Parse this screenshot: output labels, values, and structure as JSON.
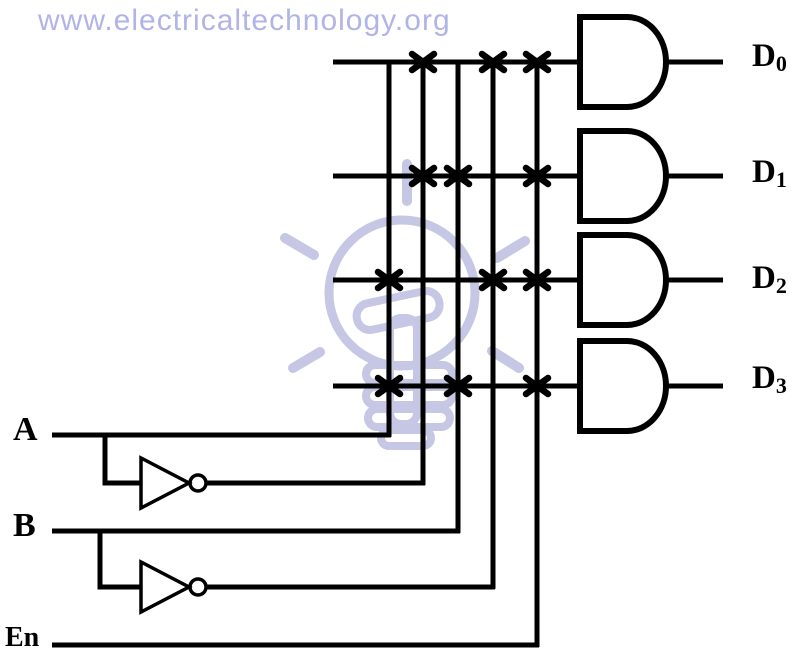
{
  "page": {
    "background": "#ffffff"
  },
  "watermark": {
    "text": "www.electricaltechnology.org",
    "text_color": "#b0b4e6",
    "logo": "light-bulb-number-1-icon",
    "logo_color": "#c5c7e4"
  },
  "circuit": {
    "line_color": "#000000",
    "inputs": [
      {
        "id": "A",
        "label": "A"
      },
      {
        "id": "B",
        "label": "B"
      },
      {
        "id": "En",
        "label": "En"
      }
    ],
    "outputs": [
      {
        "id": "D0",
        "label": "D",
        "subscript": "0"
      },
      {
        "id": "D1",
        "label": "D",
        "subscript": "1"
      },
      {
        "id": "D2",
        "label": "D",
        "subscript": "2"
      },
      {
        "id": "D3",
        "label": "D",
        "subscript": "3"
      }
    ],
    "gates": [
      {
        "id": "G0",
        "type": "AND",
        "output": "D0"
      },
      {
        "id": "G1",
        "type": "AND",
        "output": "D1"
      },
      {
        "id": "G2",
        "type": "AND",
        "output": "D2"
      },
      {
        "id": "G3",
        "type": "AND",
        "output": "D3"
      }
    ],
    "inverters": [
      {
        "id": "NOT-A",
        "input": "A",
        "output": "A'"
      },
      {
        "id": "NOT-B",
        "input": "B",
        "output": "B'"
      }
    ],
    "columns": [
      "A",
      "A'",
      "B",
      "B'",
      "En"
    ],
    "connections": [
      {
        "output": "D0",
        "columns": [
          "A'",
          "B'",
          "En"
        ]
      },
      {
        "output": "D1",
        "columns": [
          "A'",
          "B",
          "En"
        ]
      },
      {
        "output": "D2",
        "columns": [
          "A",
          "B'",
          "En"
        ]
      },
      {
        "output": "D3",
        "columns": [
          "A",
          "B",
          "En"
        ]
      }
    ]
  }
}
